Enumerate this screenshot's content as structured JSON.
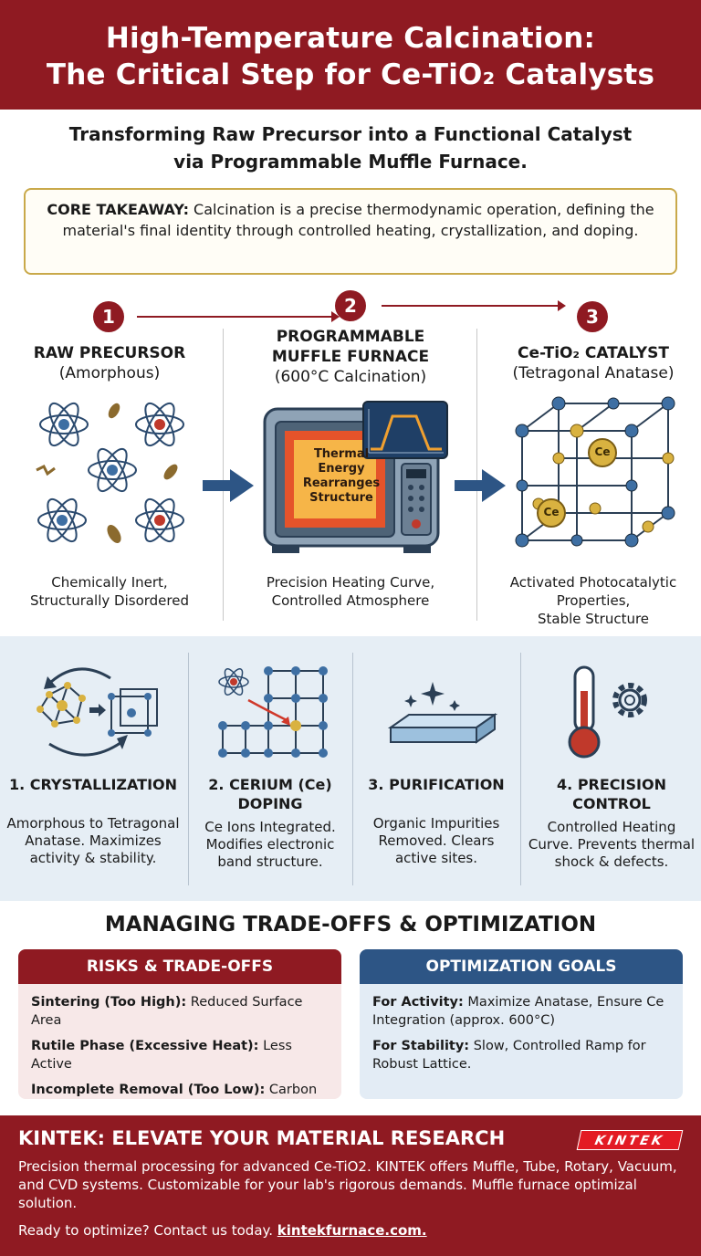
{
  "header": {
    "title_line1": "High-Temperature Calcination:",
    "title_line2": "The Critical Step for Ce-TiO₂ Catalysts"
  },
  "subtitle": {
    "line1": "Transforming Raw Precursor into a Functional Catalyst",
    "line2": "via Programmable Muffle Furnace."
  },
  "core": {
    "label": "CORE TAKEAWAY:",
    "text": " Calcination is a precise thermodynamic operation, defining the material's final identity through controlled heating, crystallization, and doping."
  },
  "steps": [
    {
      "number": "1",
      "title": "RAW PRECURSOR",
      "subtitle": "(Amorphous)",
      "desc_line1": "Chemically Inert,",
      "desc_line2": "Structurally Disordered"
    },
    {
      "number": "2",
      "title_line1": "PROGRAMMABLE",
      "title_line2": "MUFFLE FURNACE",
      "subtitle": "(600°C Calcination)",
      "desc_line1": "Precision Heating Curve,",
      "desc_line2": "Controlled Atmosphere",
      "window_text_1": "Thermal",
      "window_text_2": "Energy",
      "window_text_3": "Rearranges",
      "window_text_4": "Structure"
    },
    {
      "number": "3",
      "title": "Ce-TiO₂ CATALYST",
      "subtitle": "(Tetragonal Anatase)",
      "desc_line1": "Activated Photocatalytic",
      "desc_line2": "Properties,",
      "desc_line3": "Stable Structure",
      "ce_label": "Ce"
    }
  ],
  "benefits": [
    {
      "title_line1": "1. CRYSTALLIZATION",
      "title_line2": "",
      "desc": "Amorphous to Tetragonal Anatase. Maximizes activity & stability."
    },
    {
      "title_line1": "2. CERIUM (Ce)",
      "title_line2": "DOPING",
      "desc": "Ce Ions Integrated. Modifies electronic band structure."
    },
    {
      "title_line1": "3. PURIFICATION",
      "title_line2": "",
      "desc": "Organic Impurities Removed. Clears active sites."
    },
    {
      "title_line1": "4. PRECISION",
      "title_line2": "CONTROL",
      "desc": "Controlled Heating Curve. Prevents thermal shock & defects."
    }
  ],
  "tradeoffs": {
    "heading": "MANAGING TRADE-OFFS & OPTIMIZATION",
    "risks": {
      "title": "RISKS & TRADE-OFFS",
      "items": [
        {
          "label": "Sintering (Too High):",
          "text": " Reduced Surface Area"
        },
        {
          "label": "Rutile Phase (Excessive Heat):",
          "text": " Less Active"
        },
        {
          "label": "Incomplete Removal (Too Low):",
          "text": " Carbon Contamination"
        }
      ]
    },
    "goals": {
      "title": "OPTIMIZATION GOALS",
      "items": [
        {
          "label": "For Activity:",
          "text": " Maximize Anatase, Ensure Ce Integration (approx. 600°C)"
        },
        {
          "label": "For Stability:",
          "text": " Slow, Controlled Ramp for Robust Lattice."
        }
      ]
    }
  },
  "footer": {
    "title": "KINTEK: ELEVATE YOUR MATERIAL RESEARCH",
    "logo": "KINTEK",
    "body": "Precision thermal processing for advanced Ce-TiO2. KINTEK offers Muffle, Tube, Rotary, Vacuum, and CVD systems. Customizable for your lab's rigorous demands. Muffle furnace optimizal solution.",
    "cta_text": "Ready to optimize? Contact us today. ",
    "cta_link": "kintekfurnace.com."
  },
  "colors": {
    "brand_red": "#8f1a22",
    "blue_panel": "#2d5585",
    "gold": "#c9a94a"
  }
}
